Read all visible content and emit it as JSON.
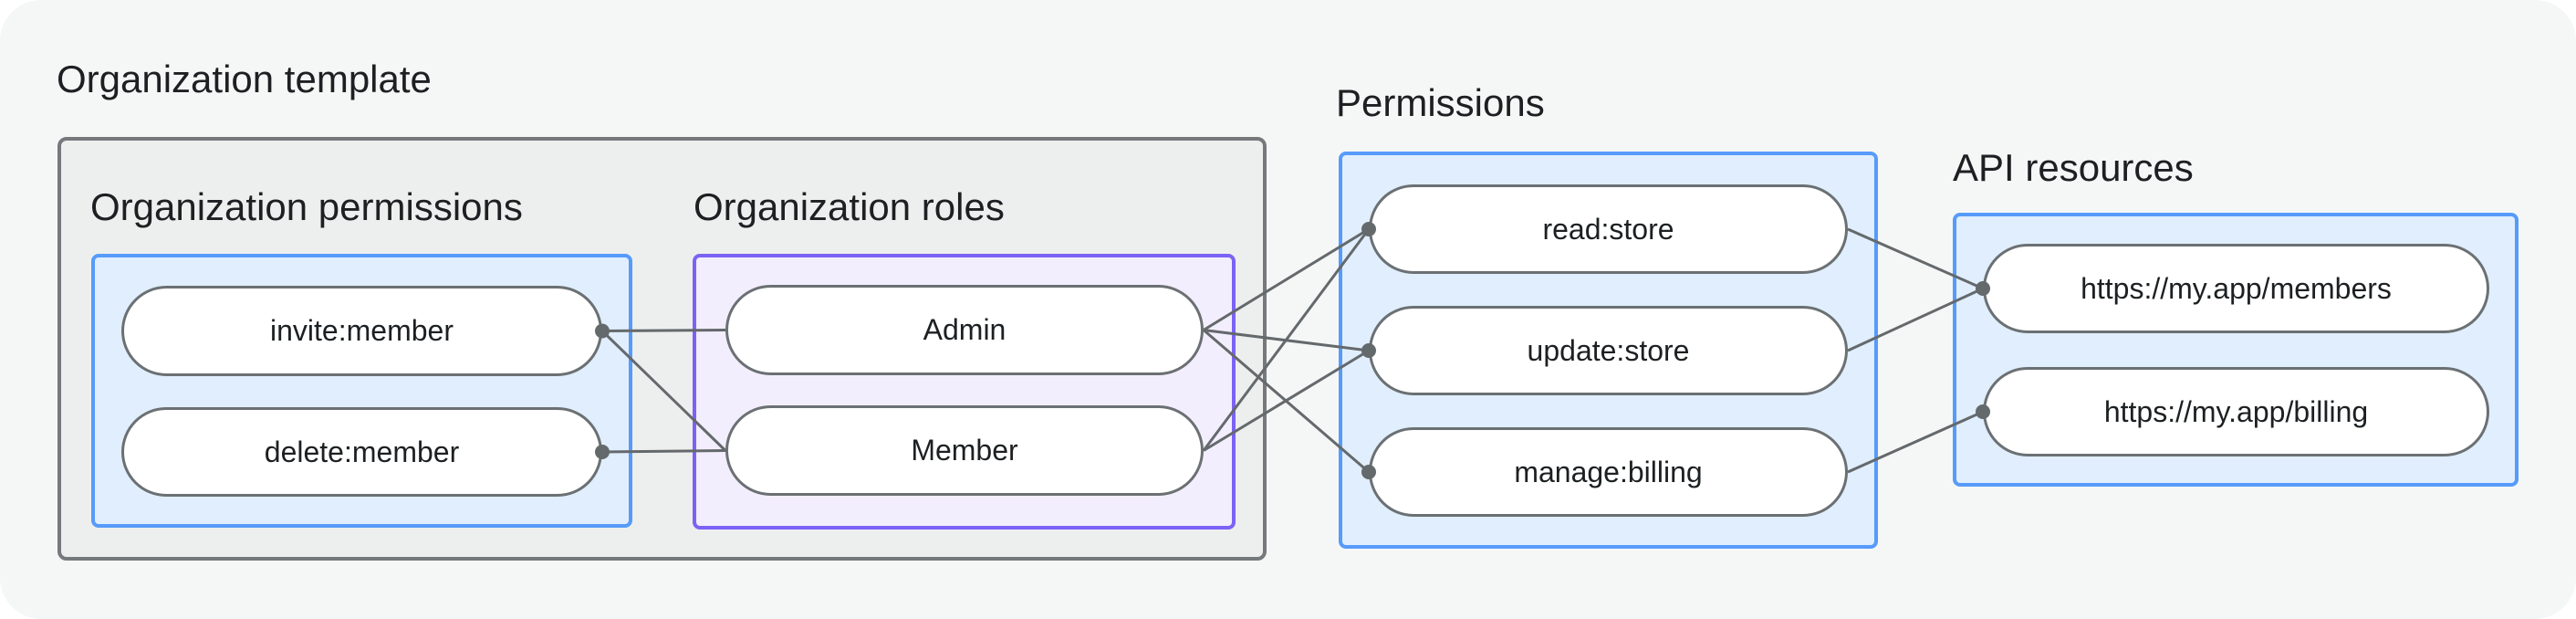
{
  "title": "Organization template",
  "colors": {
    "page_bg": "#f5f7f6",
    "panel_bg": "#edefee",
    "panel_border": "#75797c",
    "blue_bg": "#e0eefd",
    "blue_border": "#579bfa",
    "purple_bg": "#f3eefd",
    "purple_border": "#7c62f5",
    "pill_bg": "#ffffff",
    "pill_border": "#6b7073",
    "wire": "#64696c",
    "text": "#1d2022"
  },
  "groups": {
    "org_permissions": {
      "label": "Organization permissions",
      "nodes": [
        {
          "id": "invite",
          "label": "invite:member"
        },
        {
          "id": "delete",
          "label": "delete:member"
        }
      ]
    },
    "org_roles": {
      "label": "Organization roles",
      "nodes": [
        {
          "id": "admin",
          "label": "Admin"
        },
        {
          "id": "member",
          "label": "Member"
        }
      ]
    },
    "permissions": {
      "label": "Permissions",
      "nodes": [
        {
          "id": "read",
          "label": "read:store"
        },
        {
          "id": "update",
          "label": "update:store"
        },
        {
          "id": "manage",
          "label": "manage:billing"
        }
      ]
    },
    "api_resources": {
      "label": "API resources",
      "nodes": [
        {
          "id": "members_api",
          "label": "https://my.app/members"
        },
        {
          "id": "billing_api",
          "label": "https://my.app/billing"
        }
      ]
    }
  },
  "edges": [
    {
      "from": "invite",
      "to": "admin"
    },
    {
      "from": "invite",
      "to": "member"
    },
    {
      "from": "delete",
      "to": "member"
    },
    {
      "from": "admin",
      "to": "read"
    },
    {
      "from": "admin",
      "to": "update"
    },
    {
      "from": "admin",
      "to": "manage"
    },
    {
      "from": "member",
      "to": "read"
    },
    {
      "from": "member",
      "to": "update"
    },
    {
      "from": "read",
      "to": "members_api"
    },
    {
      "from": "update",
      "to": "members_api"
    },
    {
      "from": "manage",
      "to": "billing_api"
    }
  ],
  "dots": [
    {
      "node": "invite",
      "side": "right"
    },
    {
      "node": "delete",
      "side": "right"
    },
    {
      "node": "read",
      "side": "left"
    },
    {
      "node": "update",
      "side": "left"
    },
    {
      "node": "manage",
      "side": "left"
    },
    {
      "node": "members_api",
      "side": "left"
    },
    {
      "node": "billing_api",
      "side": "left"
    }
  ]
}
